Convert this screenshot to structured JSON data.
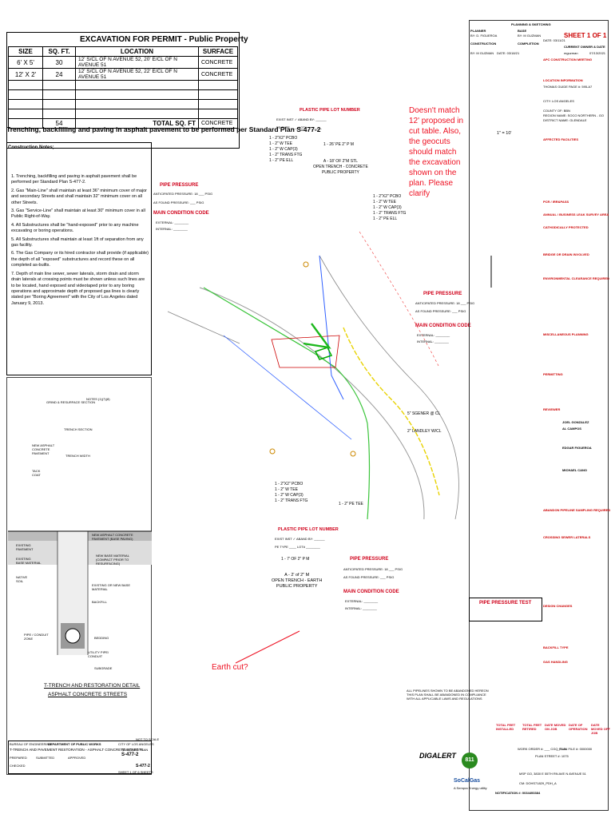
{
  "excavation": {
    "title": "EXCAVATION FOR PERMIT - Public Property",
    "headers": [
      "SIZE",
      "SQ. FT.",
      "LOCATION",
      "SURFACE"
    ],
    "rows": [
      {
        "size": "6' X 5'",
        "sqft": "30",
        "location": "12' S/CL OF N AVENUE 52, 20' E/CL OF N AVENUE 51",
        "surface": "CONCRETE"
      },
      {
        "size": "12' X 2'",
        "sqft": "24",
        "location": "12' S/CL OF N AVENUE 52, 22' E/CL OF N AVENUE 51",
        "surface": "CONCRETE"
      }
    ],
    "total_sqft": "54",
    "total_label": "TOTAL SQ. FT",
    "total_surface": "CONCRETE"
  },
  "trenching_title": "Trenching, backfilling and paving in asphalt pavement to be performed per Standard Plan S-477-2",
  "construction_notes": {
    "heading": "Construction Notes;",
    "items": [
      "1. Trenching, backfilling and paving in asphalt pavement shall be performed per Standard Plan S-477-2.",
      "2. Gas \"Main-Line\" shall maintain at least 36\" minimum cover of major and secondary Streets and shall maintain 32\" minimum cover on all other Streets.",
      "3. Gas \"Service-Line\" shall maintain at least 30\" minimum cover in all Public Right-of-Way.",
      "4. All Substructures shall be \"hand-exposed\" prior to any machine excavating or boring operations.",
      "5. All Substructures shall maintain at least 1ft of separation from any gas facility.",
      "6. The Gas Company or its hired contractor shall provide (if applicable) the depth of all \"exposed\" substructures and record these on all completed as-builts.",
      "7. Depth of main line sewer, sewer laterals, storm drain and storm drain laterals at crossing points must be shown unless such lines are to be located, hand exposed and videotaped prior to any boring operations and approximate depth of proposed gas lines is clearly stated per \"Boring Agreement\" with the City of Los Angeles dated January 9, 2013."
    ]
  },
  "pipe_pressure": {
    "title": "PIPE PRESSURE",
    "anticipated": "ANTICIPATED PRESSURE: 18 ___ PSIG",
    "as_found": "AS FOUND PRESSURE: ___ PSIG"
  },
  "main_condition": {
    "title": "MAIN CONDITION CODE",
    "external": "EXTERNAL: ________",
    "internal": "INTERNAL: ________"
  },
  "plastic_pipe": {
    "title": "PLASTIC PIPE LOT NUMBER",
    "line1": "EXIST    INST  ✓ ABAND    BY: ______",
    "line2": "PE TYPE ____  LOT# ________"
  },
  "callouts": {
    "c1": [
      "1 - 2\"X2\" PCBO",
      "1 - 2\" W TEE",
      "1 - 2\" W CAP(3)",
      "1 - 2\" TRANS FTG",
      "1 - 2\" PE ELL"
    ],
    "c2": [
      "A - 18' OF 2\"M STL",
      "OPEN TRENCH - CONCRETE",
      "PUBLIC PROPERTY"
    ],
    "c2_head": "1 - 26' PE 2\" P  M",
    "c3": [
      "1 - 2\"X2\" PCBO",
      "1 - 2\" W TEE",
      "1 - 2\" W CAP(3)",
      "1 - 2\" TRANS FTG",
      "1 - 2\" PE ELL"
    ],
    "c4": [
      "1 - 2\"X2\" PCBO",
      "1 - 2\" W TEE",
      "1 - 2\" W CAP(3)",
      "1 - 2\" TRANS FTG"
    ],
    "c4b": "1 - 2\" PE TEE",
    "c5_head": "1 - 7' OF 2\" P   M",
    "c5": [
      "A - 2' of 2\" M",
      "OPEN TRENCH - EARTH",
      "PUBLIC PROPERTY"
    ],
    "sgener": "5\" SGENER @ CL",
    "landley": "2\" LANDLEY W/CL",
    "scale": "1\" = 10'"
  },
  "review_note": "Doesn't match 12' proposed in cut table. Also, the geocuts should match the excavation shown on the plan. Please clarify",
  "earth_note": "Earth cut?",
  "detail": {
    "notes_top": "NOTES (1)(7)(8)",
    "grind": "GRIND & RESURFACE SECTION",
    "trench_section": "TRENCH SECTION",
    "new_asphalt": [
      "NEW ASPHALT",
      "CONCRETE",
      "PAVEMENT"
    ],
    "tack_coat": [
      "TACK",
      "COAT"
    ],
    "trench_width": "TRENCH WIDTH",
    "existing_pavement": [
      "EXISTING",
      "PAVEMENT"
    ],
    "existing_base": [
      "EXISTING",
      "BASE MATERIAL"
    ],
    "native_soil": [
      "NATIVE",
      "SOIL"
    ],
    "new_asphalt_base": "NEW ASPHALT CONCRETE PAVEMENT (BASE PAVING)",
    "new_base": "NEW BASE MATERIAL (COMPACT PRIOR TO RESURFACING)",
    "existing_or_new": "EXISTING OR NEW BASE MATERIAL",
    "backfill": "BACKFILL",
    "pipe_conduit_zone": [
      "PIPE / CONDUIT",
      "ZONE"
    ],
    "bedding": "BEDDING",
    "utility": [
      "UTILITY PIPE/",
      "CONDUIT"
    ],
    "subgrade": "SUBGRADE",
    "caption1": "T-TRENCH AND RESTORATION DETAIL",
    "caption2": "ASPHALT CONCRETE STREETS",
    "nts": "NOT TO SCALE"
  },
  "title_block": {
    "dept": "DEPARTMENT OF PUBLIC WORKS",
    "bureau": "BUREAU OF ENGINEERING",
    "city": "CITY OF LOS ANGELES",
    "title": "T-TRENCH AND PAVEMENT RESTORATION - ASPHALT CONCRETE STREETS",
    "std_plan": "STANDARD PLAN",
    "plan_no": "S-477-2",
    "sheet": "SHEET 1 OF 6 SHEETS",
    "prepared": "PREPARED",
    "submitted": "SUBMITTED",
    "approved": "APPROVED",
    "checked": "CHECKED",
    "plan_code": "S-477-2",
    "revision": "REVISION"
  },
  "right_panel": {
    "header": "PLANNING & SKETCHING",
    "sheet": "SHEET 1 OF 1",
    "planner": "PLANNER",
    "by_planner": "BY: D. FIGUEROA",
    "base": "BASE",
    "by_base": "BY: M GUZMAN",
    "date_base": "DATE: 03/11/21",
    "construction": "CONSTRUCTION",
    "by_construction": "BY: M GUZMAN",
    "date_construction": "DATE: 03/18/21",
    "completion": "COMPLETION",
    "current_owner": "CURRENT OWNER & DATE",
    "owner": "mguzman",
    "owner_date": "07/13/2021",
    "sections": [
      "APC CONSTRUCTION MEETING",
      "LOCATION INFORMATION",
      "AFFECTED FACILITIES",
      "PCR / IRR&PASS",
      "ANNUAL / BUSINESS LEAK SURVEY AREA",
      "CATHODICALLY PROTECTED",
      "BRIDGE OR DRAIN INVOLVED",
      "ENVIRONMENTAL CLEARANCE REQUIRED",
      "MISCELLANEOUS PLANNING",
      "PERMITTING",
      "REVIEWER",
      "ABANDON PIPELINE SAMPLING REQUIRED",
      "CROSSING SEWER LATERALS",
      "DESIGN CHANGES",
      "BACKFILL TYPE",
      "GAS HANDLING"
    ],
    "thomas": "THOMAS GUIDE PAGE #: 595-A7",
    "city": "CITY: LOS ANGELES",
    "county": "COUNTY OF: BBN",
    "region": "REGION NAME: SOCO NORTHERN - GO",
    "district": "DISTRICT NAME: GLENDALE",
    "reviewer_names": [
      "JOEL GONZALEZ",
      "AL CAMPOS",
      "EDGAR FIGUEROA",
      "MICHAEL CANO"
    ],
    "pipe_pressure_test": "PIPE PRESSURE TEST",
    "total_feet_installed": "TOTAL FEET INSTALLED",
    "total_feet_retired": "TOTAL FEET RETIRED",
    "date_moved_on_job": "DATE MOVED ON JOB",
    "date_of_operation": "DATE OF OPERATION",
    "date_moved_off_job": "DATE MOVED OFF JOB",
    "work_order": "WORK ORDER #: ___ CGQ_GLN",
    "plan_file": "PLAN FILE #: 0000000",
    "plan_street": "PLAN STREET #: 1075",
    "blueprint": "MSP  GO, 3830 E 55TH RN AVE N AVENUE 51",
    "map": "CM: DOHS71829_PDH_A",
    "notification": "NOTIFICATION #: 0034493384",
    "abandon_note": "ALL PIPELINES SHOWN TO BE ABANDONED HEREON THIS PLAN SHALL BE ABANDONED IN COMPLIANCE WITH ALL APPLICABLE LAWS AND REGULATIONS",
    "dig_alert": "DIGALERT",
    "dig_phone": "811",
    "socalgas": "SoCalGas",
    "a_sempra": "A Sempra Energy utility"
  }
}
